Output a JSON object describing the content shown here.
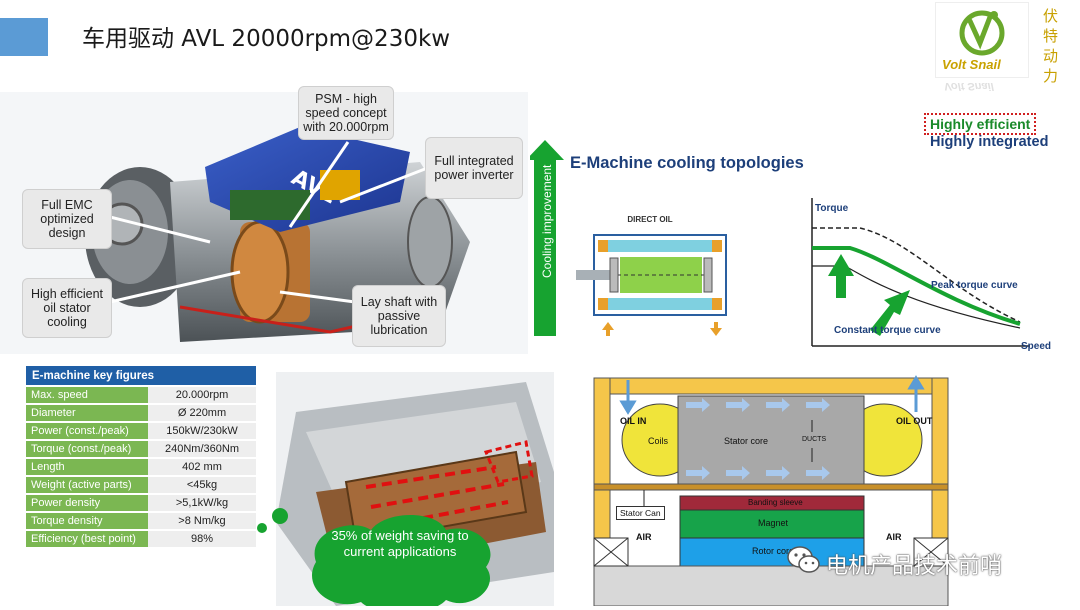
{
  "header": {
    "title": "车用驱动 AVL 20000rpm@230kw",
    "logo_brand": "Volt Snail",
    "logo_cn": "伏特动力",
    "colors": {
      "accent": "#5b9bd5"
    }
  },
  "motor_panel": {
    "callouts": {
      "psm": "PSM - high speed concept with 20.000rpm",
      "inverter": "Full integrated power inverter",
      "emc": "Full EMC optimized design",
      "oil": "High efficient oil stator cooling",
      "lay": "Lay shaft with passive lubrication"
    },
    "housing_label": "AVL"
  },
  "cooling": {
    "title": "E-Machine cooling topologies",
    "highlight_efficient": "Highly efficient",
    "highlight_integrated": "Highly integrated",
    "arrow_label": "Cooling improvement",
    "diagram_label": "DIRECT OIL",
    "torque_axis": "Torque",
    "speed_axis": "Speed",
    "peak_curve": "Peak torque curve",
    "constant_curve": "Constant torque curve"
  },
  "key_figures": {
    "header": "E-machine key figures",
    "rows": [
      {
        "k": "Max. speed",
        "v": "20.000rpm"
      },
      {
        "k": "Diameter",
        "v": "Ø 220mm"
      },
      {
        "k": "Power (const./peak)",
        "v": "150kW/230kW"
      },
      {
        "k": "Torque (const./peak)",
        "v": "240Nm/360Nm"
      },
      {
        "k": "Length",
        "v": "402 mm"
      },
      {
        "k": "Weight (active parts)",
        "v": "<45kg"
      },
      {
        "k": "Power density",
        "v": ">5,1kW/kg"
      },
      {
        "k": "Torque density",
        "v": ">8 Nm/kg"
      },
      {
        "k": "Efficiency (best point)",
        "v": "98%"
      }
    ]
  },
  "stator": {
    "cloud_text": "35% of weight saving to current applications"
  },
  "cross_section": {
    "oil_in": "OIL IN",
    "oil_out": "OIL OUT",
    "coils": "Coils",
    "stator_core": "Stator core",
    "ducts": "DUCTS",
    "stator_can": "Stator Can",
    "banding_sleeve": "Banding sleeve",
    "magnet": "Magnet",
    "rotor_core": "Rotor core",
    "air": "AIR"
  },
  "watermark": "电机产品技术前哨"
}
